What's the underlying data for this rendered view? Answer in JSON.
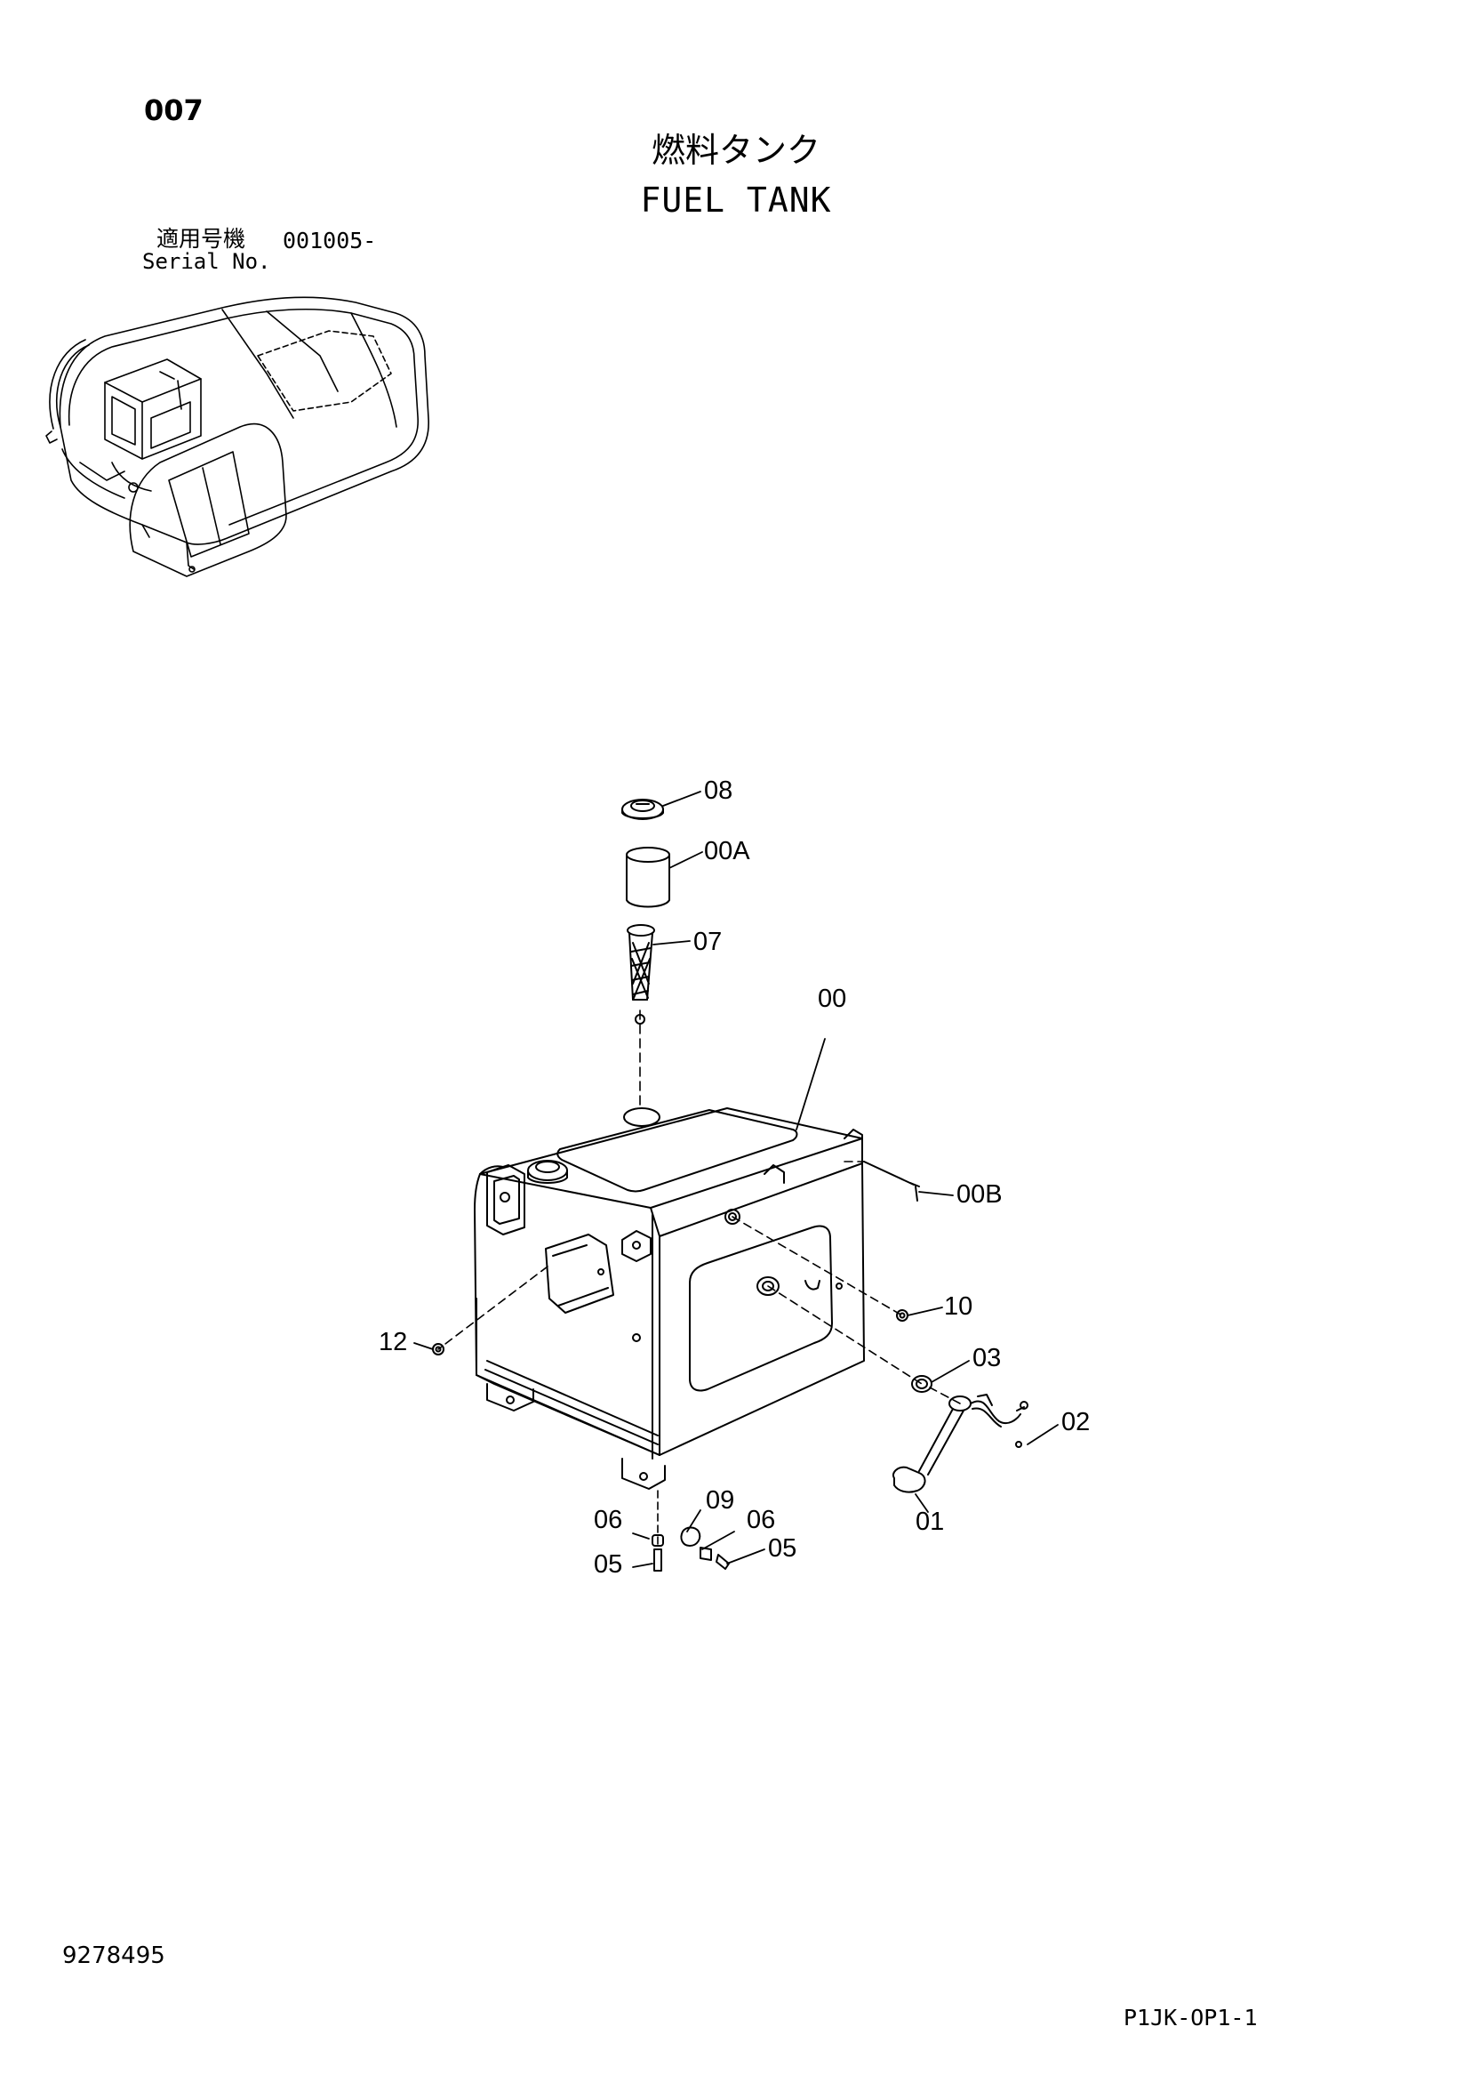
{
  "header": {
    "page_no": "007",
    "title_jp": "燃料タンク",
    "title_en": "FUEL TANK",
    "serial_label_jp": "適用号機",
    "serial_value": "001005-",
    "serial_label_en": "Serial No."
  },
  "callouts": [
    {
      "id": "08",
      "label": "08"
    },
    {
      "id": "00A",
      "label": "00A"
    },
    {
      "id": "07",
      "label": "07"
    },
    {
      "id": "00",
      "label": "00"
    },
    {
      "id": "00B",
      "label": "00B"
    },
    {
      "id": "10",
      "label": "10"
    },
    {
      "id": "12",
      "label": "12"
    },
    {
      "id": "03",
      "label": "03"
    },
    {
      "id": "02",
      "label": "02"
    },
    {
      "id": "09",
      "label": "09"
    },
    {
      "id": "06a",
      "label": "06"
    },
    {
      "id": "06b",
      "label": "06"
    },
    {
      "id": "01",
      "label": "01"
    },
    {
      "id": "05a",
      "label": "05"
    },
    {
      "id": "05b",
      "label": "05"
    }
  ],
  "footer": {
    "doc_number": "9278495",
    "page_code": "P1JK-OP1-1"
  }
}
